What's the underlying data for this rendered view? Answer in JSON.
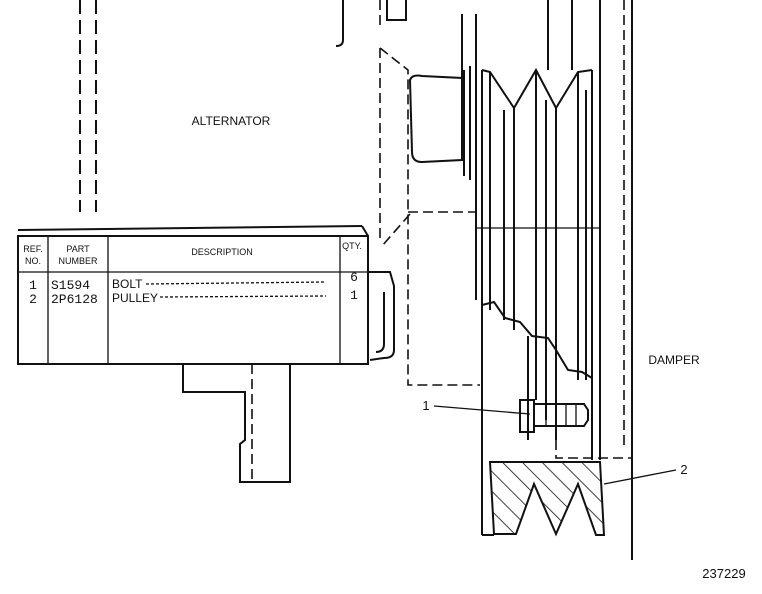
{
  "labels": {
    "alternator": "ALTERNATOR",
    "damper": "DAMPER",
    "callout_1": "1",
    "callout_2": "2",
    "figure_number": "237229"
  },
  "parts_table": {
    "headers": {
      "ref_line1": "REF.",
      "ref_line2": "NO.",
      "part_line1": "PART",
      "part_line2": "NUMBER",
      "description": "DESCRIPTION",
      "qty": "QTY."
    },
    "rows": [
      {
        "ref": "1",
        "part": "S1594",
        "description": "BOLT",
        "qty": "6"
      },
      {
        "ref": "2",
        "part": "2P6128",
        "description": "PULLEY",
        "qty": "1"
      }
    ]
  }
}
